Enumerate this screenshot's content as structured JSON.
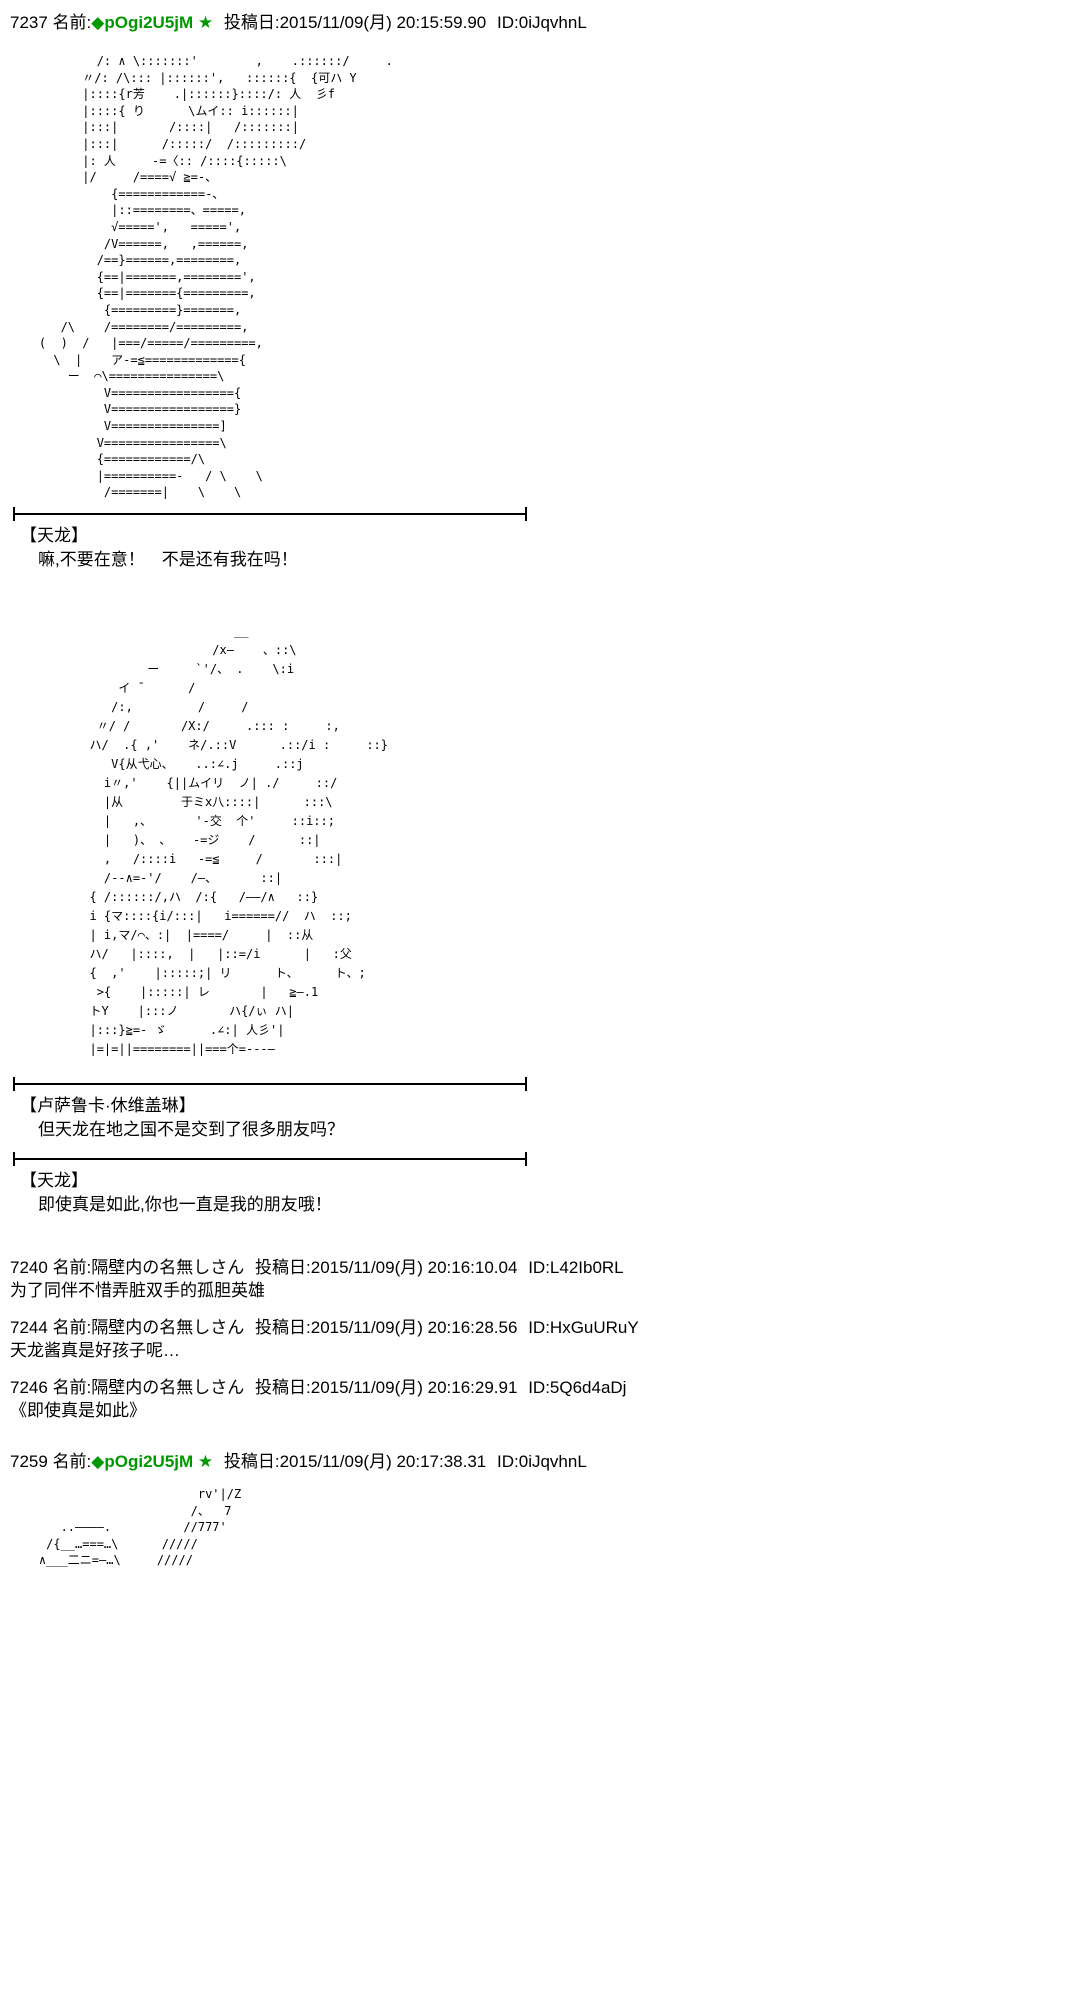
{
  "colors": {
    "background": "#ffffff",
    "text": "#000000",
    "name_green": "#009900"
  },
  "labels": {
    "name": "名前:",
    "date": "投稿日:"
  },
  "posts": [
    {
      "number": "7237",
      "name": "◆pOgi2U5jM ★",
      "date": "2015/11/09(月) 20:15:59.90",
      "id": "ID:0iJqvhnL",
      "aa_top": [
        "            /: ∧ \\:::::::'        ,    .::::::/     .",
        "          〃/: /\\::: |::::::',   ::::::{  {可ハ Y",
        "          |::::{r芳    .|::::::}::::/: 人  彡f",
        "          |::::{ り      \\ムイ:: i::::::|",
        "          |:::|       /::::|   /:::::::|",
        "          |:::|      /:::::/  /:::::::::/",
        "          |: 人     -=〈:: /::::{:::::\\",
        "          |/     /====√ ≧=-、",
        "              {============-、",
        "              |::========、=====,",
        "              √=====',   =====',",
        "             /V======,   ,======,",
        "            /==}======,========,",
        "            {==|=======,========',",
        "            {==|======={=========,",
        "             {=========}=======,",
        "       /\\    /========/=========,",
        "    (  )  /   |===/=====/=========,",
        "      \\  |    ア-=≦============={",
        "        ー  ⌒\\===============\\",
        "             V================={",
        "             V=================}",
        "             V===============]",
        "            V================\\",
        "            {============/\\",
        "            |==========-   / \\    \\",
        "             /=======|    \\    \\"
      ],
      "dialogues": [
        {
          "speaker": "【天龙】",
          "text": "嘛,不要在意！　不是还有我在吗！"
        },
        {
          "speaker": "【卢萨鲁卡·休维盖琳】",
          "text": "但天龙在地之国不是交到了很多朋友吗？"
        },
        {
          "speaker": "【天龙】",
          "text": "即使真是如此,你也一直是我的朋友哦！"
        }
      ],
      "aa_mid": [
        "                               __",
        "                            /x—    、::\\",
        "                   ー     `'/、 .    \\:i",
        "               イ ̄       /",
        "              /:,         /     /",
        "            〃/ /       /X:/     .::: :     :,",
        "           ハ/  .{ ,'    ネ/.::V      .::/i :     ::}",
        "              V{从弋心、   ..:∠.j     .::j",
        "             i〃,'    {||ムイリ  ノ| ./     ::/",
        "             |从        于ミx八::::|      :::\\",
        "             |   ,、      '-交  个'     ::i::;",
        "             |   )、 、   -=ジ    /      ::|",
        "             ,   /::::i   -=≦     /       :::|",
        "             /--∧=-'/    /—、      ::|",
        "           { /::::::/,ハ  /:{   /——/∧   ::}",
        "           i {マ::::{i/:::|   i======//  ハ  ::;",
        "           | i,マ/⌒、:|  |====/     |  ::从",
        "           ハ/   |::::,  |   |::=/i      |   :父",
        "           {  ,'    |:::::;| リ      ト、     ト、;",
        "            >{    |:::::| レ       |   ≧—.1",
        "           トY    |:::ノ       ハ{/ぃ ハ|",
        "           |:::}≧=- ゞ      .∠:| 人彡'|",
        "           |=|=||========||===个=---—"
      ]
    },
    {
      "number": "7240",
      "name": "隔壁内の名無しさん",
      "date": "2015/11/09(月) 20:16:10.04",
      "id": "ID:L42Ib0RL",
      "body": "为了同伴不惜弄脏双手的孤胆英雄"
    },
    {
      "number": "7244",
      "name": "隔壁内の名無しさん",
      "date": "2015/11/09(月) 20:16:28.56",
      "id": "ID:HxGuURuY",
      "body": "天龙酱真是好孩子呢…"
    },
    {
      "number": "7246",
      "name": "隔壁内の名無しさん",
      "date": "2015/11/09(月) 20:16:29.91",
      "id": "ID:5Q6d4aDj",
      "body": "《即使真是如此》"
    },
    {
      "number": "7259",
      "name": "◆pOgi2U5jM ★",
      "date": "2015/11/09(月) 20:17:38.31",
      "id": "ID:0iJqvhnL",
      "aa_top": [
        "                          rv'|/Z",
        "                         /、  7",
        "       ..————.          //777'",
        "     /{__…===…\\      /////",
        "    ∧___二ニ=—…\\     /////"
      ]
    }
  ]
}
